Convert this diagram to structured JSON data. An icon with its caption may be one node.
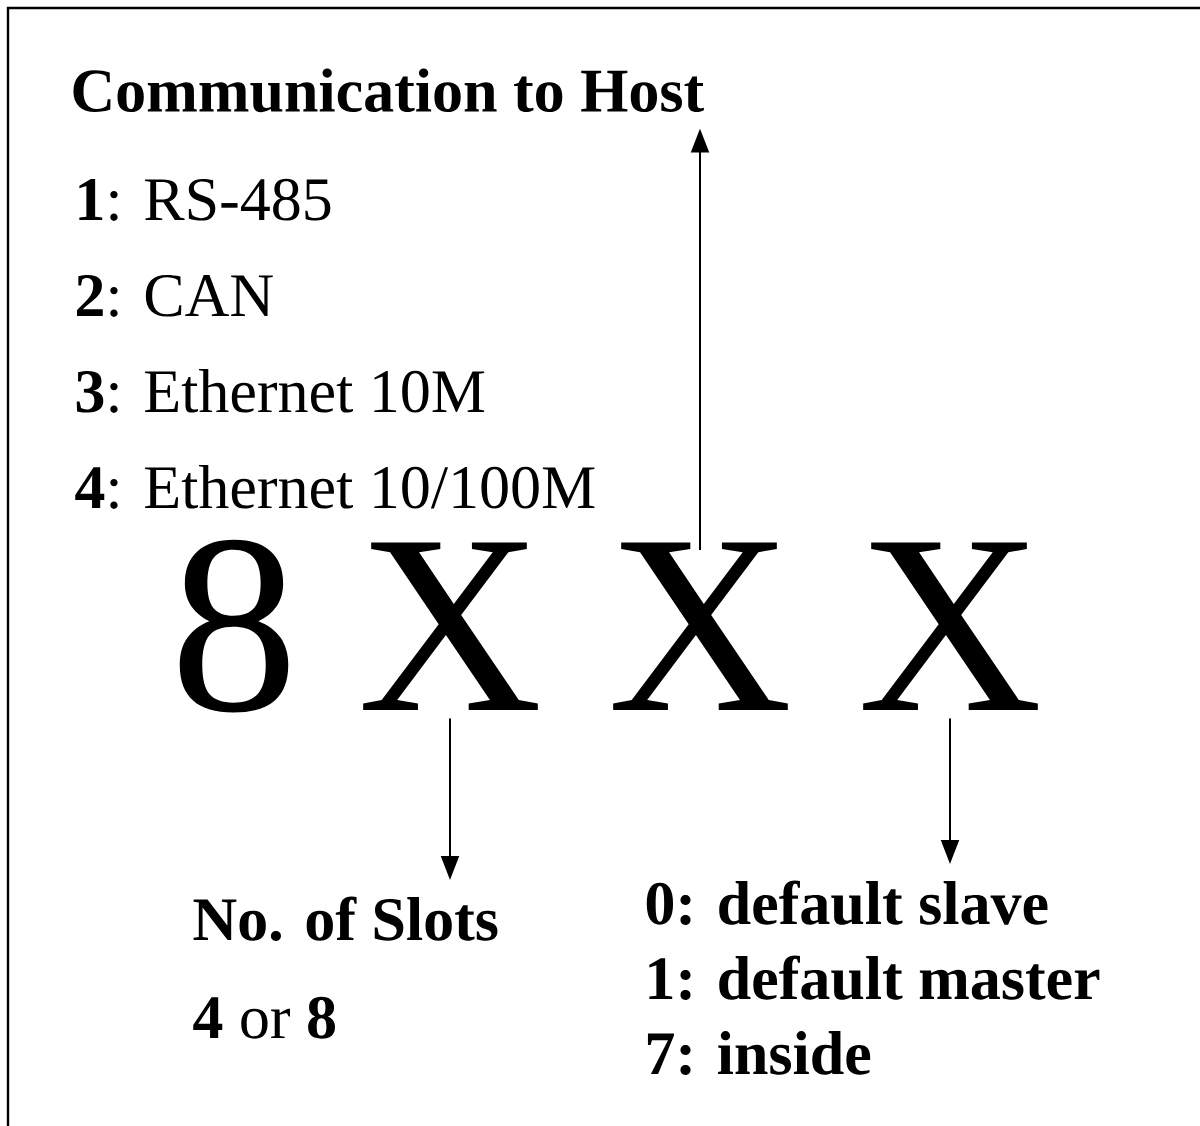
{
  "diagram": {
    "nodes": [
      {
        "text": [
          "Communication to Host"
        ]
      },
      {
        "text": [
          "8"
        ]
      },
      {
        "text": [
          "X"
        ]
      },
      {
        "text": [
          "X"
        ]
      },
      {
        "text": [
          "X"
        ]
      },
      {
        "text": [
          "No. of Slots",
          "**4** or **8**"
        ]
      },
      {
        "text": [
          "0: default slave",
          "1: default master",
          "7: inside"
        ]
      }
    ],
    "edges": [
      {
        "from": 2,
        "to": 5,
        "arrow": "to"
      },
      {
        "from": 3,
        "to": 0,
        "arrow": "to"
      },
      {
        "from": 4,
        "to": 6,
        "arrow": "to"
      }
    ],
    "labels": [
      "**1**: RS-485",
      "**2**: CAN",
      "**3**: Ethernet 10M",
      "**4**: Ethernet 10/100M"
    ]
  }
}
